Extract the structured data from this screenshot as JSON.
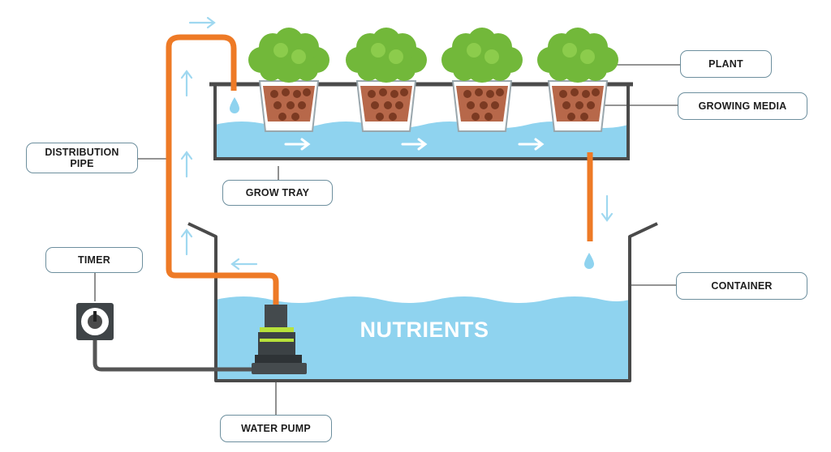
{
  "labels": {
    "plant": "PLANT",
    "growing_media": "GROWING MEDIA",
    "distribution_pipe": "DISTRIBUTION\nPIPE",
    "grow_tray": "GROW TRAY",
    "timer": "TIMER",
    "container": "CONTAINER",
    "water_pump": "WATER PUMP",
    "nutrients": "NUTRIENTS"
  },
  "colors": {
    "water": "#8fd3ef",
    "pipe": "#ee7a26",
    "arrow": "#9fd8f0",
    "foliage": "#72b83a",
    "tank_outline": "#4a4a4a"
  }
}
